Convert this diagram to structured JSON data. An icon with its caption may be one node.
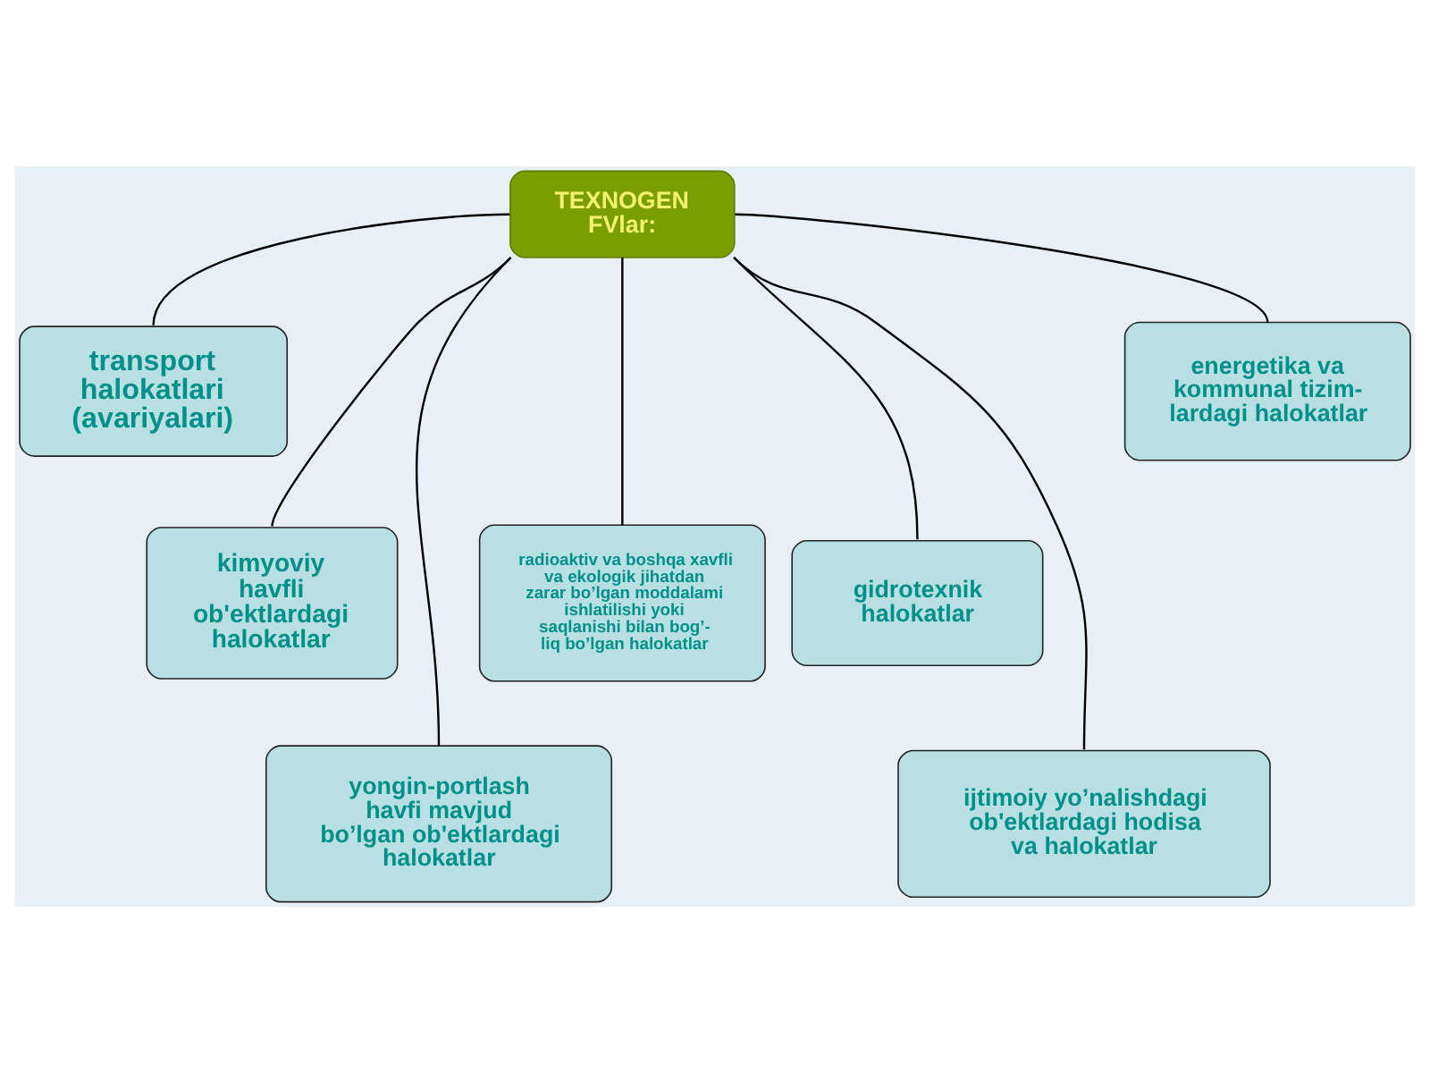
{
  "diagram": {
    "nodes": [
      {
        "text": [
          "TEXNOGEN FVlar:"
        ]
      },
      {
        "text": [
          "transport halokatlari (avariyalari)"
        ]
      },
      {
        "text": [
          "energetika va kommunal tizim- lardagi halokatlar"
        ]
      },
      {
        "text": [
          "kimyoviy havfli ob'ektlardagi halokatlar"
        ]
      },
      {
        "text": [
          "radioaktiv va boshqa xavfli va ekologik jihatdan zarar bo’lgan moddalami ishlatilishi yoki saqlanishi bilan bog’- liq bo’lgan halokatlar"
        ]
      },
      {
        "text": [
          "gidrotexnik halokatlar"
        ]
      },
      {
        "text": [
          "yongin-portlash havfi mavjud bo’lgan ob'ektlardagi halokatlar"
        ]
      },
      {
        "text": [
          "ijtimoiy yo’nalishdagi ob'ektlardagi hodisa va halokatlar"
        ]
      }
    ],
    "edges": [
      {
        "from": 0,
        "to": 1,
        "arrow": "none"
      },
      {
        "from": 0,
        "to": 2,
        "arrow": "none"
      },
      {
        "from": 0,
        "to": 3,
        "arrow": "none"
      },
      {
        "from": 0,
        "to": 4,
        "arrow": "none"
      },
      {
        "from": 0,
        "to": 5,
        "arrow": "none"
      },
      {
        "from": 0,
        "to": 6,
        "arrow": "none"
      },
      {
        "from": 0,
        "to": 7,
        "arrow": "none"
      }
    ]
  }
}
